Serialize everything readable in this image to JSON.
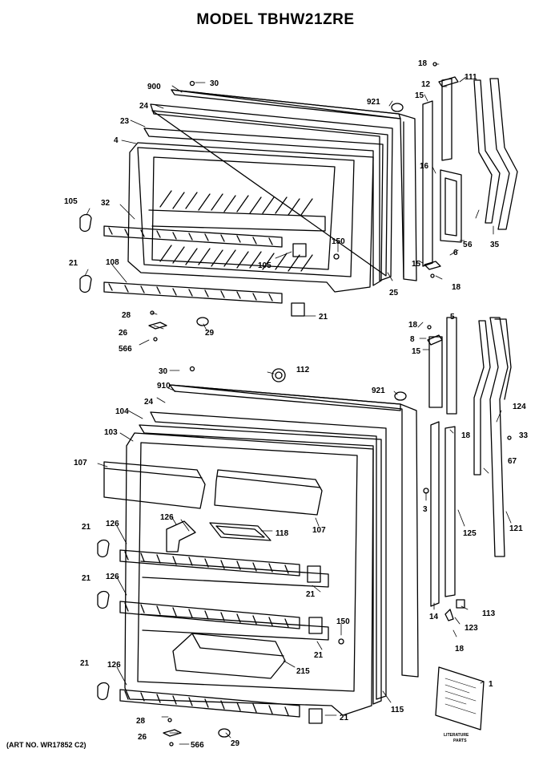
{
  "title": "MODEL TBHW21ZRE",
  "art_no": "(ART NO. WR17852 C2)",
  "literature_label_line1": "LITERATURE",
  "literature_label_line2": "PARTS",
  "callouts": {
    "c18_top": "18",
    "c111": "111",
    "c12": "12",
    "c900": "900",
    "c30_top": "30",
    "c921_top": "921",
    "c15_top": "15",
    "c24_top": "24",
    "c23": "23",
    "c4": "4",
    "c16": "16",
    "c105_left": "105",
    "c32": "32",
    "c150_top": "150",
    "c5_top": "5",
    "c6_a": "6",
    "c35": "35",
    "c21_left_top": "21",
    "c108": "108",
    "c105_mid": "105",
    "c15_mid": "15",
    "c6_b": "6",
    "c18_mid": "18",
    "c25": "25",
    "c28_top": "28",
    "c21_right_top": "21",
    "c26_top": "26",
    "c29_top": "29",
    "c566_top": "566",
    "c18_right": "18",
    "c5_right": "5",
    "c8": "8",
    "c15_right": "15",
    "c30_bot": "30",
    "c112": "112",
    "c910": "910",
    "c921_bot": "921",
    "c24_bot": "24",
    "c104": "104",
    "c103": "103",
    "c107_left": "107",
    "c18_r2": "18",
    "c124": "124",
    "c33": "33",
    "c67": "67",
    "c3": "3",
    "c126_a": "126",
    "c21_l1": "21",
    "c118": "118",
    "c107_mid": "107",
    "c125": "125",
    "c121": "121",
    "c126_b": "126",
    "c21_l2": "21",
    "c21_mid": "21",
    "c14": "14",
    "c113": "113",
    "c123": "123",
    "c18_low": "18",
    "c150_bot": "150",
    "c21_low": "21",
    "c126_c": "126",
    "c21_l3": "21",
    "c215": "215",
    "c115": "115",
    "c1": "1",
    "c28_bot": "28",
    "c21_bot": "21",
    "c26_bot": "26",
    "c566_bot": "566",
    "c29_bot": "29"
  },
  "colors": {
    "ink": "#000000",
    "paper": "#ffffff"
  }
}
